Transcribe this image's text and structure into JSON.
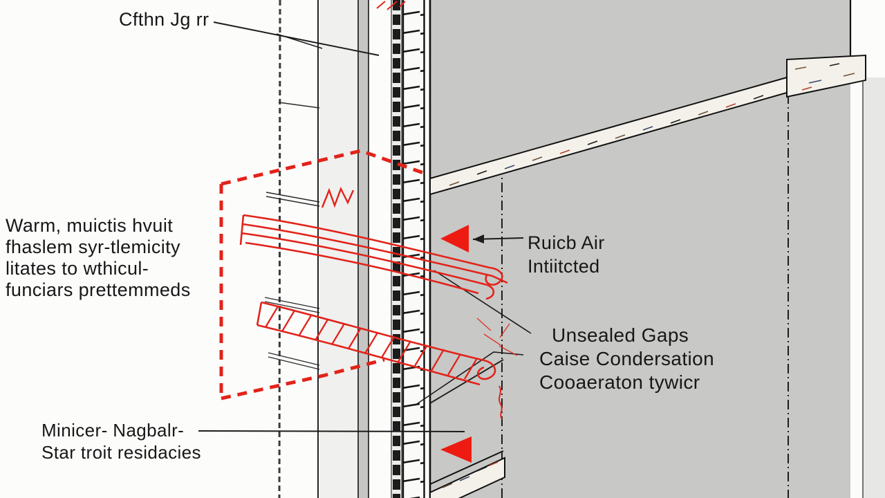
{
  "diagram": {
    "type": "building-wall-section-detail",
    "labels": {
      "top_note": "Cfthn Jg rr",
      "interior_note": {
        "lines": [
          "Warm, muictis hvuit",
          "fhaslem syr-tlemicity",
          "litates to wthicul-",
          "funciars prettemmeds"
        ]
      },
      "air_infiltration": {
        "lines": [
          "Ruicb Air",
          "Intiitcted"
        ]
      },
      "unsealed_gaps": {
        "lines": [
          "Unsealed Gaps",
          "Caise Condersation",
          "Cooaeraton tywicr"
        ]
      },
      "barrier_note": {
        "lines": [
          "Minicer- Nagbalr-",
          "Star troit residacies"
        ]
      }
    },
    "icons": {
      "air_triangles": "air-infiltration-triangle-icon"
    },
    "colors": {
      "annotation_red": "#e2231a",
      "triangle_red": "#ee1b12",
      "panel_gray": "#c8c8c6",
      "panel_light_gray": "#e7e7e5",
      "inner_strip_gray": "#f0f0ef",
      "stud_band_gray": "#c6c6c4",
      "wood_fill": "#f4f1ea",
      "ink": "#171717",
      "line": "#1c1c1c"
    }
  }
}
